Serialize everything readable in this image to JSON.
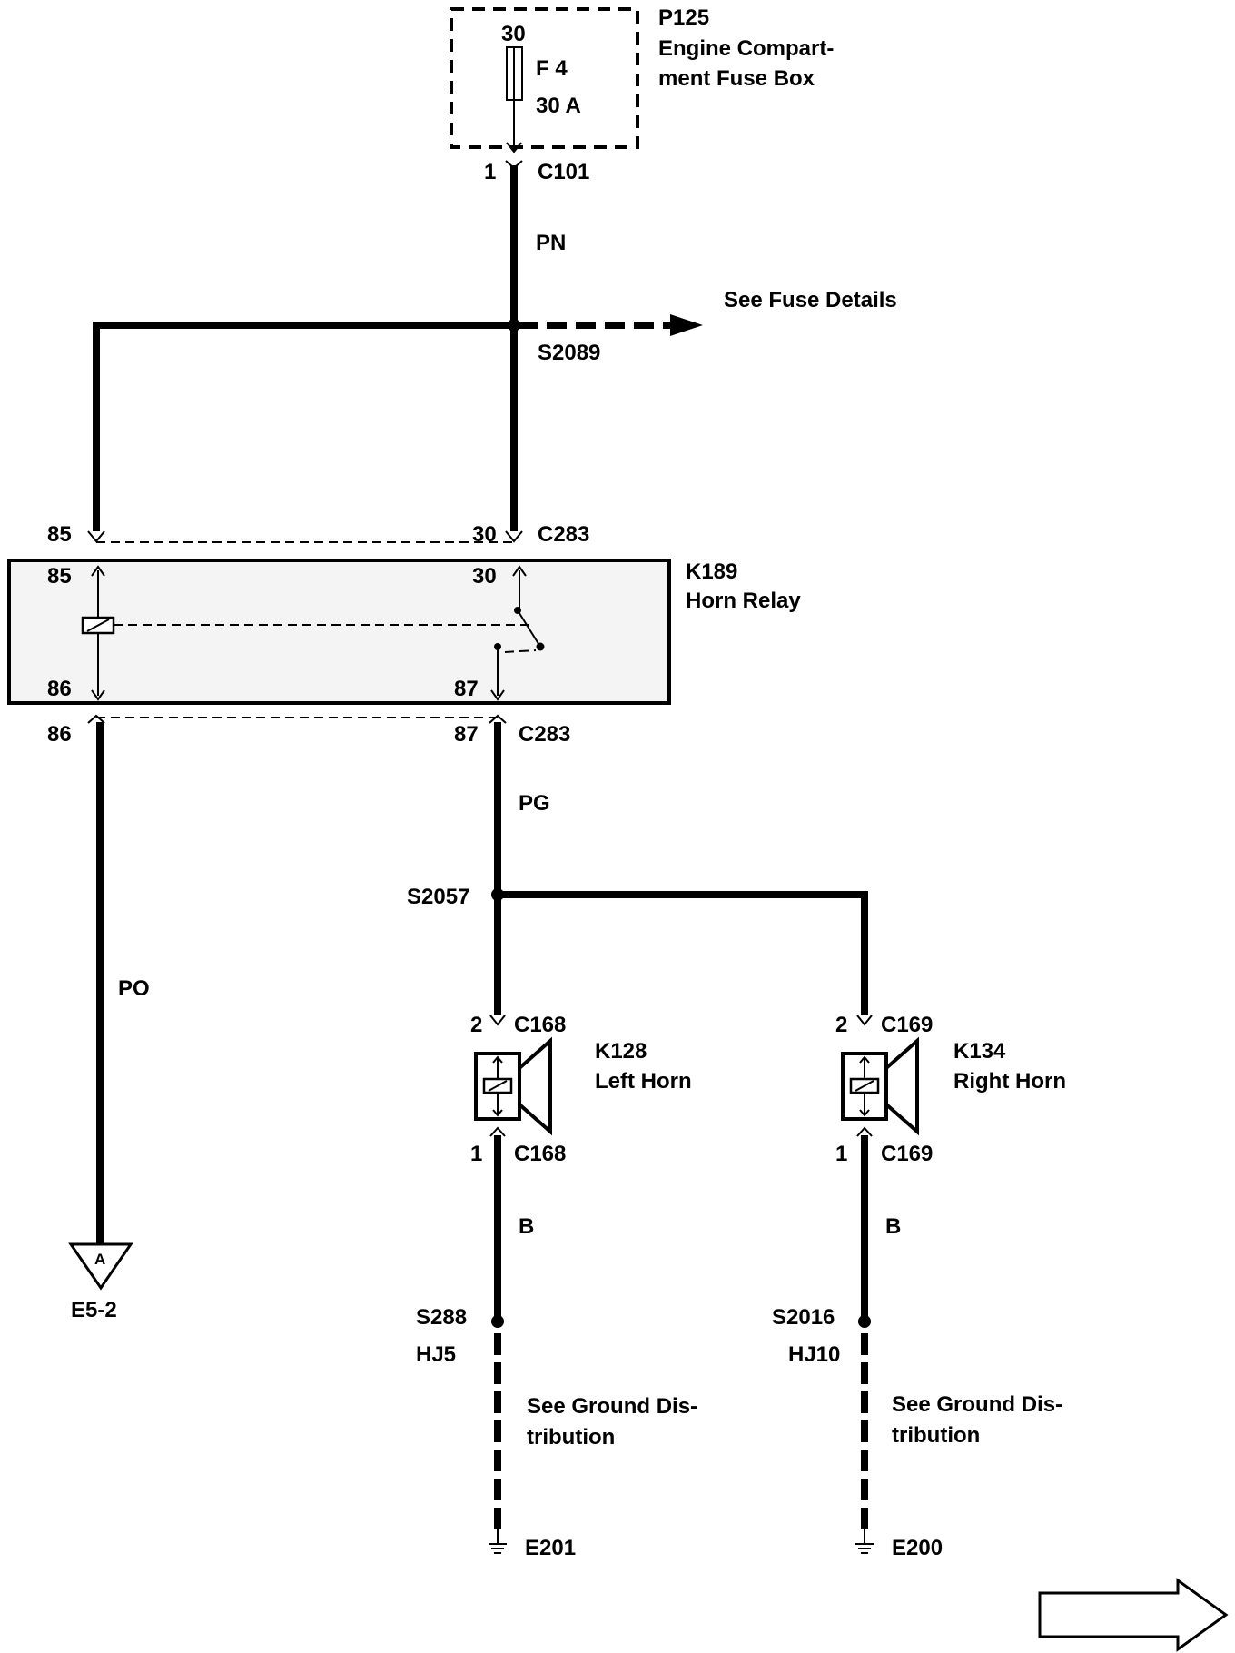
{
  "fuse_box": {
    "id": "P125",
    "name_line1": "Engine Compart-",
    "name_line2": "ment Fuse Box",
    "terminal": "30",
    "fuse": "F 4",
    "rating": "30 A"
  },
  "c101": {
    "pin": "1",
    "connector": "C101"
  },
  "wires": {
    "pn": "PN",
    "pg": "PG",
    "po": "PO",
    "b_left": "B",
    "b_right": "B"
  },
  "splices": {
    "s2089": "S2089",
    "s2057": "S2057",
    "s288": "S288",
    "hj5": "HJ5",
    "s2016": "S2016",
    "hj10": "HJ10"
  },
  "fuse_details": "See Fuse Details",
  "c283_top": {
    "pin85": "85",
    "pin30": "30",
    "connector": "C283"
  },
  "relay": {
    "id": "K189",
    "name": "Horn Relay",
    "pin85": "85",
    "pin30": "30",
    "pin86": "86",
    "pin87": "87"
  },
  "c283_bottom": {
    "pin86": "86",
    "pin87": "87",
    "connector": "C283"
  },
  "left_horn": {
    "id": "K128",
    "name": "Left Horn",
    "pin_top": "2",
    "conn_top": "C168",
    "pin_bottom": "1",
    "conn_bottom": "C168"
  },
  "right_horn": {
    "id": "K134",
    "name": "Right Horn",
    "pin_top": "2",
    "conn_top": "C169",
    "pin_bottom": "1",
    "conn_bottom": "C169"
  },
  "offpage": {
    "letter": "A",
    "ref": "E5-2"
  },
  "ground_note_line1": "See Ground Dis-",
  "ground_note_line2": "tribution",
  "grounds": {
    "left": "E201",
    "right": "E200"
  }
}
